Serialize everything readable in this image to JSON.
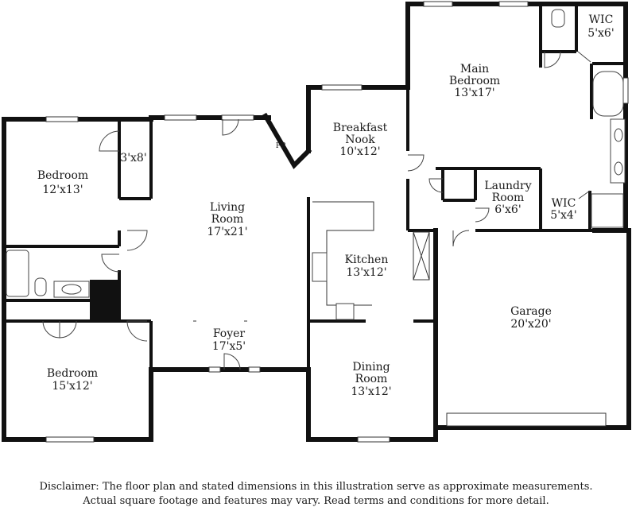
{
  "rooms": {
    "wic_main": {
      "name": "WIC",
      "dim": "5'x6'"
    },
    "main_bedroom": {
      "name_line1": "Main",
      "name_line2": "Bedroom",
      "dim": "13'x17'"
    },
    "breakfast_nook": {
      "name_line1": "Breakfast",
      "name_line2": "Nook",
      "dim": "10'x12'"
    },
    "closet": {
      "dim": "3'x8'"
    },
    "bedroom_top": {
      "name": "Bedroom",
      "dim": "12'x13'"
    },
    "living_room": {
      "name_line1": "Living",
      "name_line2": "Room",
      "dim": "17'x21'"
    },
    "laundry_room": {
      "name_line1": "Laundry",
      "name_line2": "Room",
      "dim": "6'x6'"
    },
    "wic_small": {
      "name": "WIC",
      "dim": "5'x4'"
    },
    "kitchen": {
      "name": "Kitchen",
      "dim": "13'x12'"
    },
    "garage": {
      "name": "Garage",
      "dim": "20'x20'"
    },
    "foyer": {
      "name": "Foyer",
      "dim": "17'x5'"
    },
    "bedroom_bottom": {
      "name": "Bedroom",
      "dim": "15'x12'"
    },
    "dining_room": {
      "name_line1": "Dining",
      "name_line2": "Room",
      "dim": "13'x12'"
    },
    "fireplace": {
      "label": "FP"
    }
  },
  "disclaimer": {
    "line1": "Disclaimer: The floor plan and stated dimensions in this illustration serve as approximate measurements.",
    "line2": "Actual square footage and features may vary. Read terms and conditions for more detail."
  }
}
